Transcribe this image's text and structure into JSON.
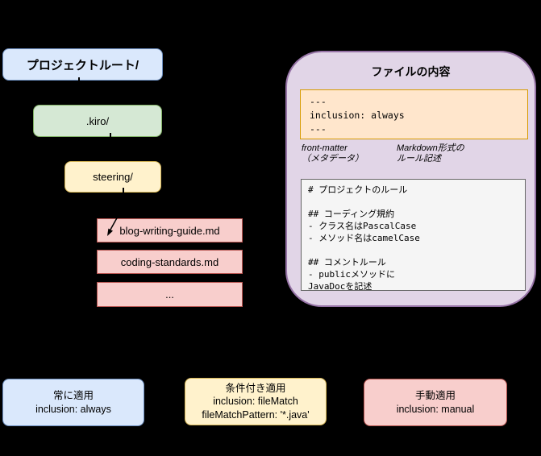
{
  "tree": {
    "project_root": {
      "label": "プロジェクトルート/"
    },
    "kiro": {
      "label": ".kiro/"
    },
    "steering": {
      "label": "steering/"
    },
    "files": [
      {
        "label": "blog-writing-guide.md"
      },
      {
        "label": "coding-standards.md"
      },
      {
        "label": "..."
      }
    ]
  },
  "panel": {
    "title": "ファイルの内容",
    "front_matter": {
      "code": "---\ninclusion: always\n---",
      "caption": "front-matter\n（メタデータ）"
    },
    "markdown": {
      "caption": "Markdown形式の\nルール記述",
      "code": "# プロジェクトのルール\n\n## コーディング規約\n- クラス名はPascalCase\n- メソッド名はcamelCase\n\n## コメントルール\n- publicメソッドに\nJavaDocを記述"
    }
  },
  "legend": {
    "always": {
      "title": "常に適用",
      "code": "inclusion: always"
    },
    "file_match": {
      "title": "条件付き適用",
      "code": "inclusion: fileMatch\nfileMatchPattern: '*.java'"
    },
    "manual": {
      "title": "手動適用",
      "code": "inclusion: manual"
    }
  },
  "palette": {
    "background": "#000000",
    "blue_fill": "#dae8fc",
    "blue_stroke": "#6c8ebf",
    "green_fill": "#d5e8d4",
    "green_stroke": "#82b366",
    "yellow_fill": "#fff2cc",
    "yellow_stroke": "#d6b656",
    "pink_fill": "#f8cecc",
    "pink_stroke": "#b85450",
    "purple_fill": "#e1d5e7",
    "purple_stroke": "#9673a6",
    "orange_fill": "#ffe6cc",
    "orange_stroke": "#d79b00",
    "code_fill": "#f5f5f5",
    "code_stroke": "#666666"
  }
}
